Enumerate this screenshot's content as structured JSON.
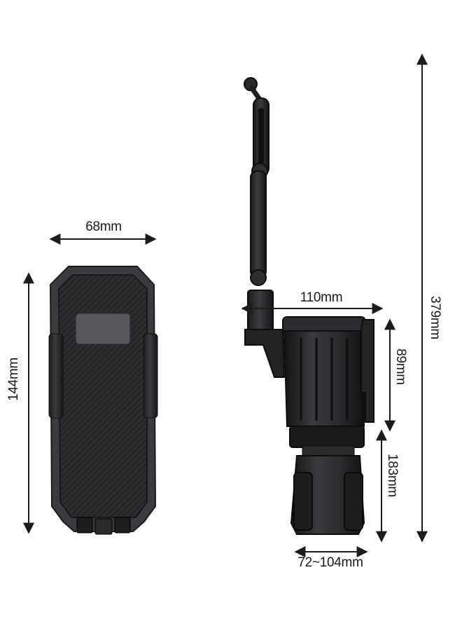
{
  "dimensions": {
    "phone_width": "68mm",
    "phone_height": "144mm",
    "cup_width": "110mm",
    "total_height": "379mm",
    "cup_depth": "89mm",
    "base_height": "183mm",
    "base_diameter": "72~104mm"
  },
  "colors": {
    "arrow": "#1c1c1c",
    "body": "#2b2b2d",
    "body_dark": "#161617",
    "body_light": "#4a4a4e"
  }
}
